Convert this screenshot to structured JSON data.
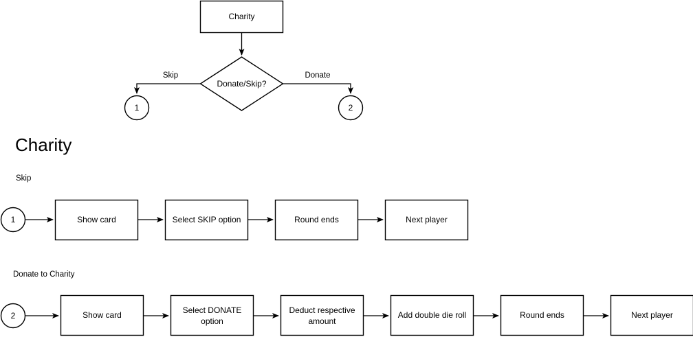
{
  "page": {
    "background_color": "#ffffff",
    "line_color": "#000000",
    "shape_fill": "#ffffff",
    "text_color": "#000000"
  },
  "top_flow": {
    "start_box": {
      "label": "Charity"
    },
    "decision": {
      "label": "Donate/Skip?"
    },
    "edges": [
      {
        "label": "Skip"
      },
      {
        "label": "Donate"
      }
    ],
    "connectors": [
      {
        "label": "1"
      },
      {
        "label": "2"
      }
    ]
  },
  "section": {
    "heading": "Charity",
    "branches": [
      {
        "sublabel": "Skip",
        "entry_connector": "1",
        "steps": [
          {
            "label": "Show card"
          },
          {
            "label": "Select SKIP option"
          },
          {
            "label": "Round ends"
          },
          {
            "label": "Next player"
          }
        ]
      },
      {
        "sublabel": "Donate to Charity",
        "entry_connector": "2",
        "steps": [
          {
            "label": "Show card"
          },
          {
            "label": "Select DONATE option",
            "line1": "Select DONATE",
            "line2": "option"
          },
          {
            "label": "Deduct respective amount",
            "line1": "Deduct respective",
            "line2": "amount"
          },
          {
            "label": "Add double die roll"
          },
          {
            "label": "Round ends"
          },
          {
            "label": "Next player"
          }
        ]
      }
    ]
  }
}
